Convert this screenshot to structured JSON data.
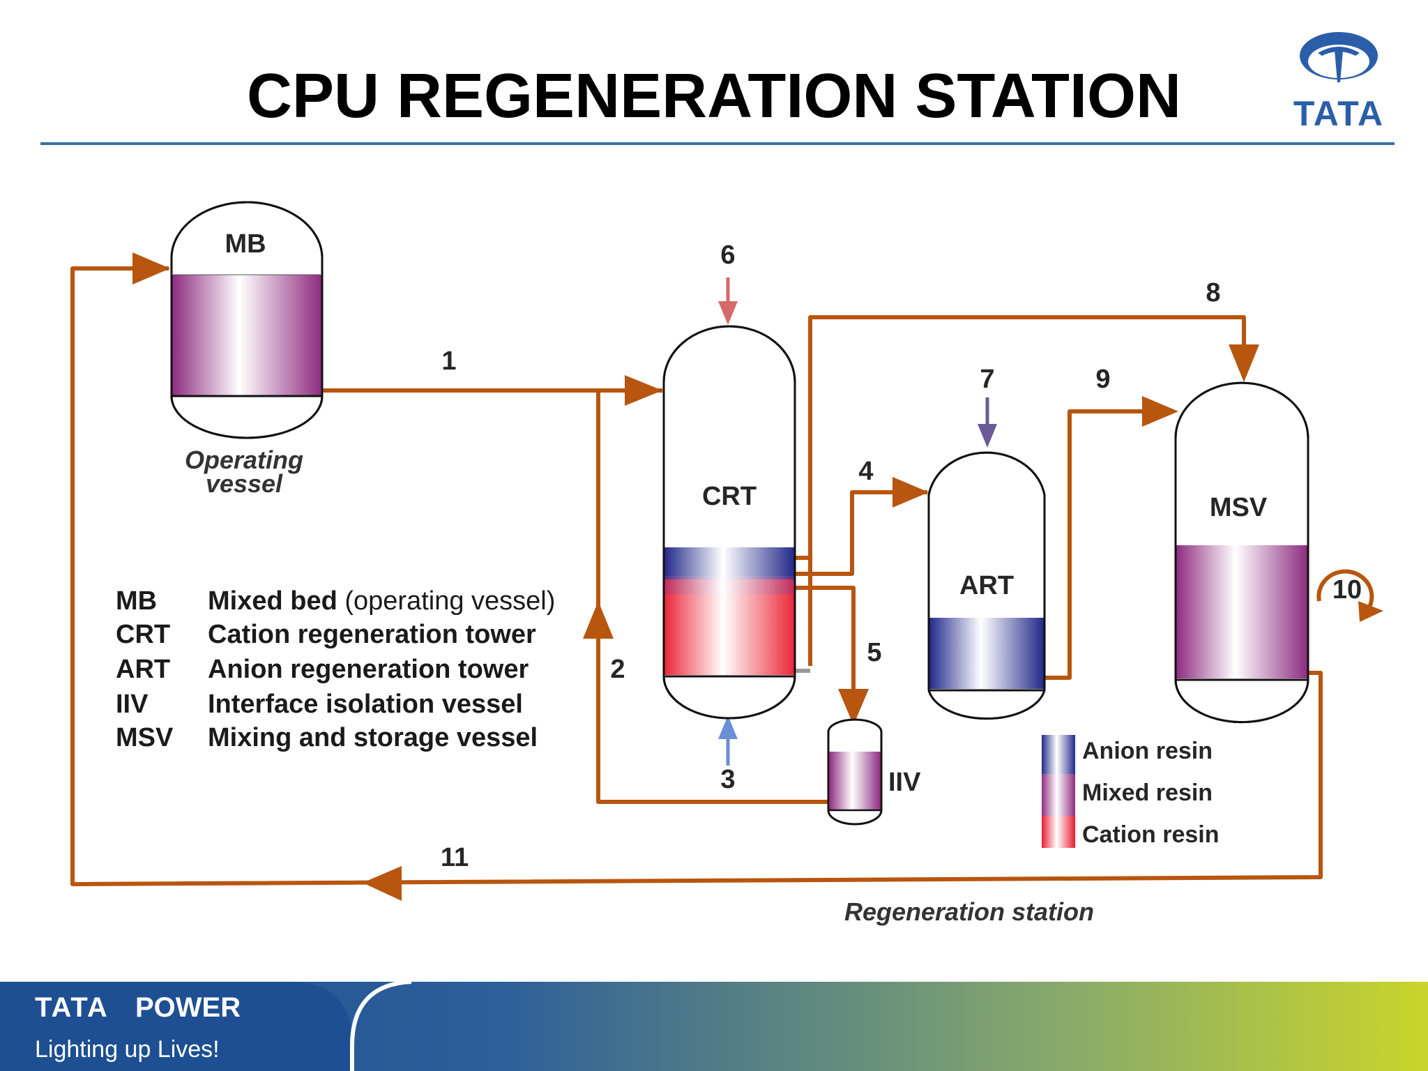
{
  "title": "CPU REGENERATION STATION",
  "logo": {
    "text": "TATA",
    "icon": "tata-logo-icon"
  },
  "colors": {
    "pipe": "#b8550e",
    "rule": "#3d6fa3",
    "anion": "#2b2f8f",
    "mixed": "#9a3a8a",
    "cation": "#e8202f",
    "inlet_red": "#d66a6a",
    "inlet_blue": "#6b8fd6",
    "inlet_purple": "#6b5a9a"
  },
  "vessels": {
    "mb": "MB",
    "crt": "CRT",
    "art": "ART",
    "msv": "MSV",
    "iiv": "IIV"
  },
  "operating_label": [
    "Operating",
    "vessel"
  ],
  "regeneration_label": "Regeneration station",
  "flow_numbers": [
    "1",
    "2",
    "3",
    "4",
    "5",
    "6",
    "7",
    "8",
    "9",
    "10",
    "11"
  ],
  "legend_abbrev": [
    {
      "abbr": "MB",
      "bold": "Mixed bed",
      "normal": " (operating vessel)"
    },
    {
      "abbr": "CRT",
      "bold": "Cation regeneration tower",
      "normal": ""
    },
    {
      "abbr": "ART",
      "bold": "Anion regeneration tower",
      "normal": ""
    },
    {
      "abbr": "IIV",
      "bold": "Interface isolation vessel",
      "normal": ""
    },
    {
      "abbr": "MSV",
      "bold": "Mixing and storage vessel",
      "normal": ""
    }
  ],
  "resin_legend": [
    "Anion resin",
    "Mixed resin",
    "Cation resin"
  ],
  "footer": {
    "brand_logo": "TATA",
    "brand_name": "POWER",
    "tagline": "Lighting up Lives!"
  }
}
